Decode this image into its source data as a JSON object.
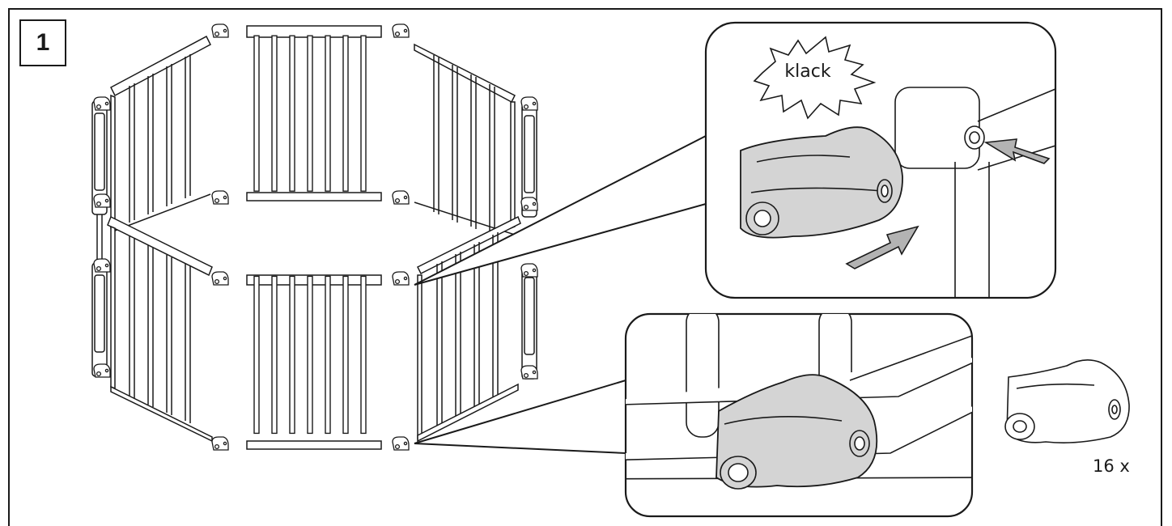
{
  "step": {
    "number": "1"
  },
  "callouts": {
    "sound_text": "klack",
    "quantity_text": "16 x"
  },
  "colors": {
    "line": "#1a1a1a",
    "part_fill": "#d4d4d4",
    "arrow_fill": "#b3b3b3"
  },
  "icons": {
    "connector": "corner-connector-icon",
    "arrow": "push-arrow-icon",
    "burst": "sound-burst-icon"
  }
}
